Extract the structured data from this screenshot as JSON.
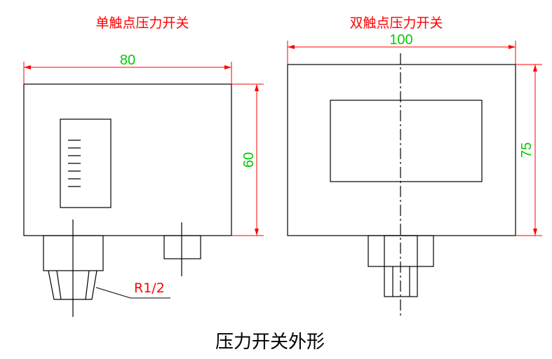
{
  "single": {
    "title": "单触点压力开关",
    "width_dim": "80",
    "height_dim": "60",
    "thread_label": "R1/2"
  },
  "double": {
    "title": "双触点压力开关",
    "width_dim": "100",
    "height_dim": "75"
  },
  "caption": "压力开关外形",
  "colors": {
    "dimension": "#ff0000",
    "dim_text": "#00cc00",
    "outline": "#000000"
  }
}
